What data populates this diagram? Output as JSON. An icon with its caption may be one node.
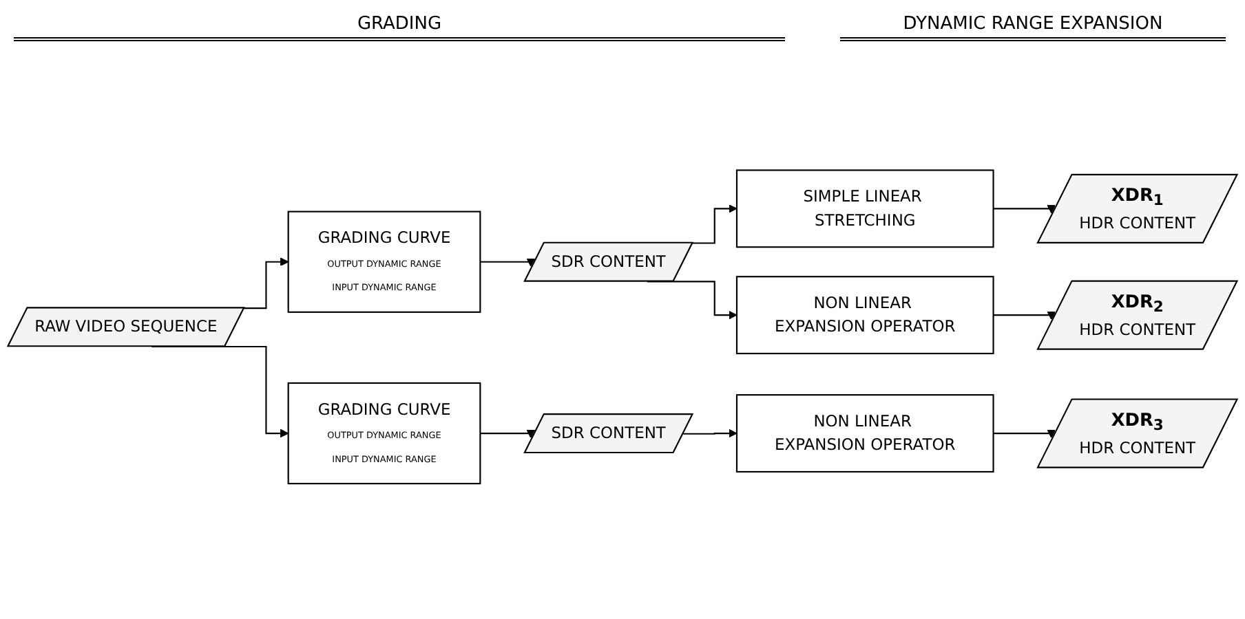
{
  "diagram": {
    "nodes": [
      {
        "text": [
          "RAW VIDEO SEQUENCE"
        ]
      },
      {
        "text": [
          "GRADING CURVE",
          "OUTPUT DYNAMIC RANGE",
          "INPUT DYNAMIC RANGE"
        ]
      },
      {
        "text": [
          "GRADING CURVE",
          "OUTPUT DYNAMIC RANGE",
          "INPUT DYNAMIC RANGE"
        ]
      },
      {
        "text": [
          "SDR CONTENT"
        ]
      },
      {
        "text": [
          "SDR CONTENT"
        ]
      },
      {
        "text": [
          "SIMPLE LINEAR STRETCHING"
        ]
      },
      {
        "text": [
          "NON LINEAR EXPANSION OPERATOR"
        ]
      },
      {
        "text": [
          "NON LINEAR EXPANSION OPERATOR"
        ]
      },
      {
        "text": [
          "XDR$_{1}$",
          "HDR CONTENT"
        ]
      },
      {
        "text": [
          "XDR$_{2}$",
          "HDR CONTENT"
        ]
      },
      {
        "text": [
          "XDR$_{3}$",
          "HDR CONTENT"
        ]
      }
    ],
    "edges": [
      {
        "from": 0,
        "to": 1,
        "arrow": "to"
      },
      {
        "from": 0,
        "to": 2,
        "arrow": "to"
      },
      {
        "from": 1,
        "to": 3,
        "arrow": "to"
      },
      {
        "from": 2,
        "to": 4,
        "arrow": "to"
      },
      {
        "from": 3,
        "to": 5,
        "arrow": "to"
      },
      {
        "from": 3,
        "to": 6,
        "arrow": "to"
      },
      {
        "from": 4,
        "to": 7,
        "arrow": "to"
      },
      {
        "from": 5,
        "to": 8,
        "arrow": "to"
      },
      {
        "from": 6,
        "to": 9,
        "arrow": "to"
      },
      {
        "from": 7,
        "to": 10,
        "arrow": "to"
      }
    ],
    "labels": [
      "GRADING",
      "DYNAMIC RANGE EXPANSION"
    ]
  }
}
